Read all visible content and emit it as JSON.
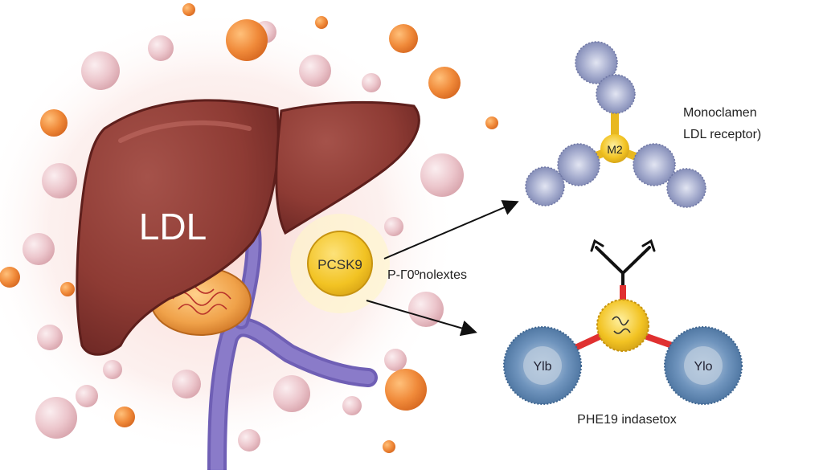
{
  "labels": {
    "liver": "LDL",
    "pcsk9": "PCSK9",
    "pcsk9_caption": "P-Г0ºnolextes",
    "receptor_line1": "Monoclamen",
    "receptor_line2": "LDL receptor)",
    "bottom_caption": "PHE19 indasetox",
    "receptor_hub": "M2",
    "bottom_left_core": "Ylb",
    "bottom_right_core": "Ylo"
  },
  "colors": {
    "liver": "#8e3b34",
    "liver_dark": "#5e1f1c",
    "pcsk9": "#f2c323",
    "vessel": "#8a7bc9",
    "gallbladder": "#f0a24a",
    "receptor_sphere": "#9aa3c7",
    "complex_sphere": "#5f86b3",
    "connector_red": "#e03030",
    "particle_orange": "#f08a3a",
    "particle_pink": "#e7c2c8",
    "glow": "#f6d7d2"
  },
  "icons": {
    "arrow": "arrow-icon",
    "antibody": "antibody-y-icon"
  }
}
